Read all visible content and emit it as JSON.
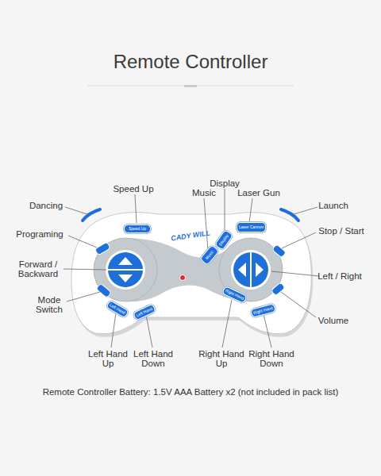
{
  "diagram": {
    "title": "Remote Controller",
    "caption": "Remote Controller Battery: 1.5V AAA Battery x2 (not included in pack list)",
    "nodes": [
      {
        "text": [
          "Speed Up"
        ]
      },
      {
        "text": [
          "Display"
        ]
      },
      {
        "text": [
          "Laser Cannon"
        ]
      },
      {
        "text": [
          "Music"
        ]
      },
      {
        "text": [
          "Left Hand"
        ]
      },
      {
        "text": [
          "Left Hand"
        ]
      },
      {
        "text": [
          "Right Hand"
        ]
      },
      {
        "text": [
          "Right Hand"
        ]
      }
    ],
    "labels": [
      "CADY WILL",
      "Dancing",
      "Speed Up",
      "Music",
      "Display",
      "Laser Gun",
      "Launch",
      "Programing",
      "Stop / Start",
      "Forward / Backward",
      "Left / Right",
      "Mode Switch",
      "Volume",
      "Left Hand Up",
      "Left Hand Down",
      "Right Hand Up",
      "Right Hand Down"
    ]
  }
}
